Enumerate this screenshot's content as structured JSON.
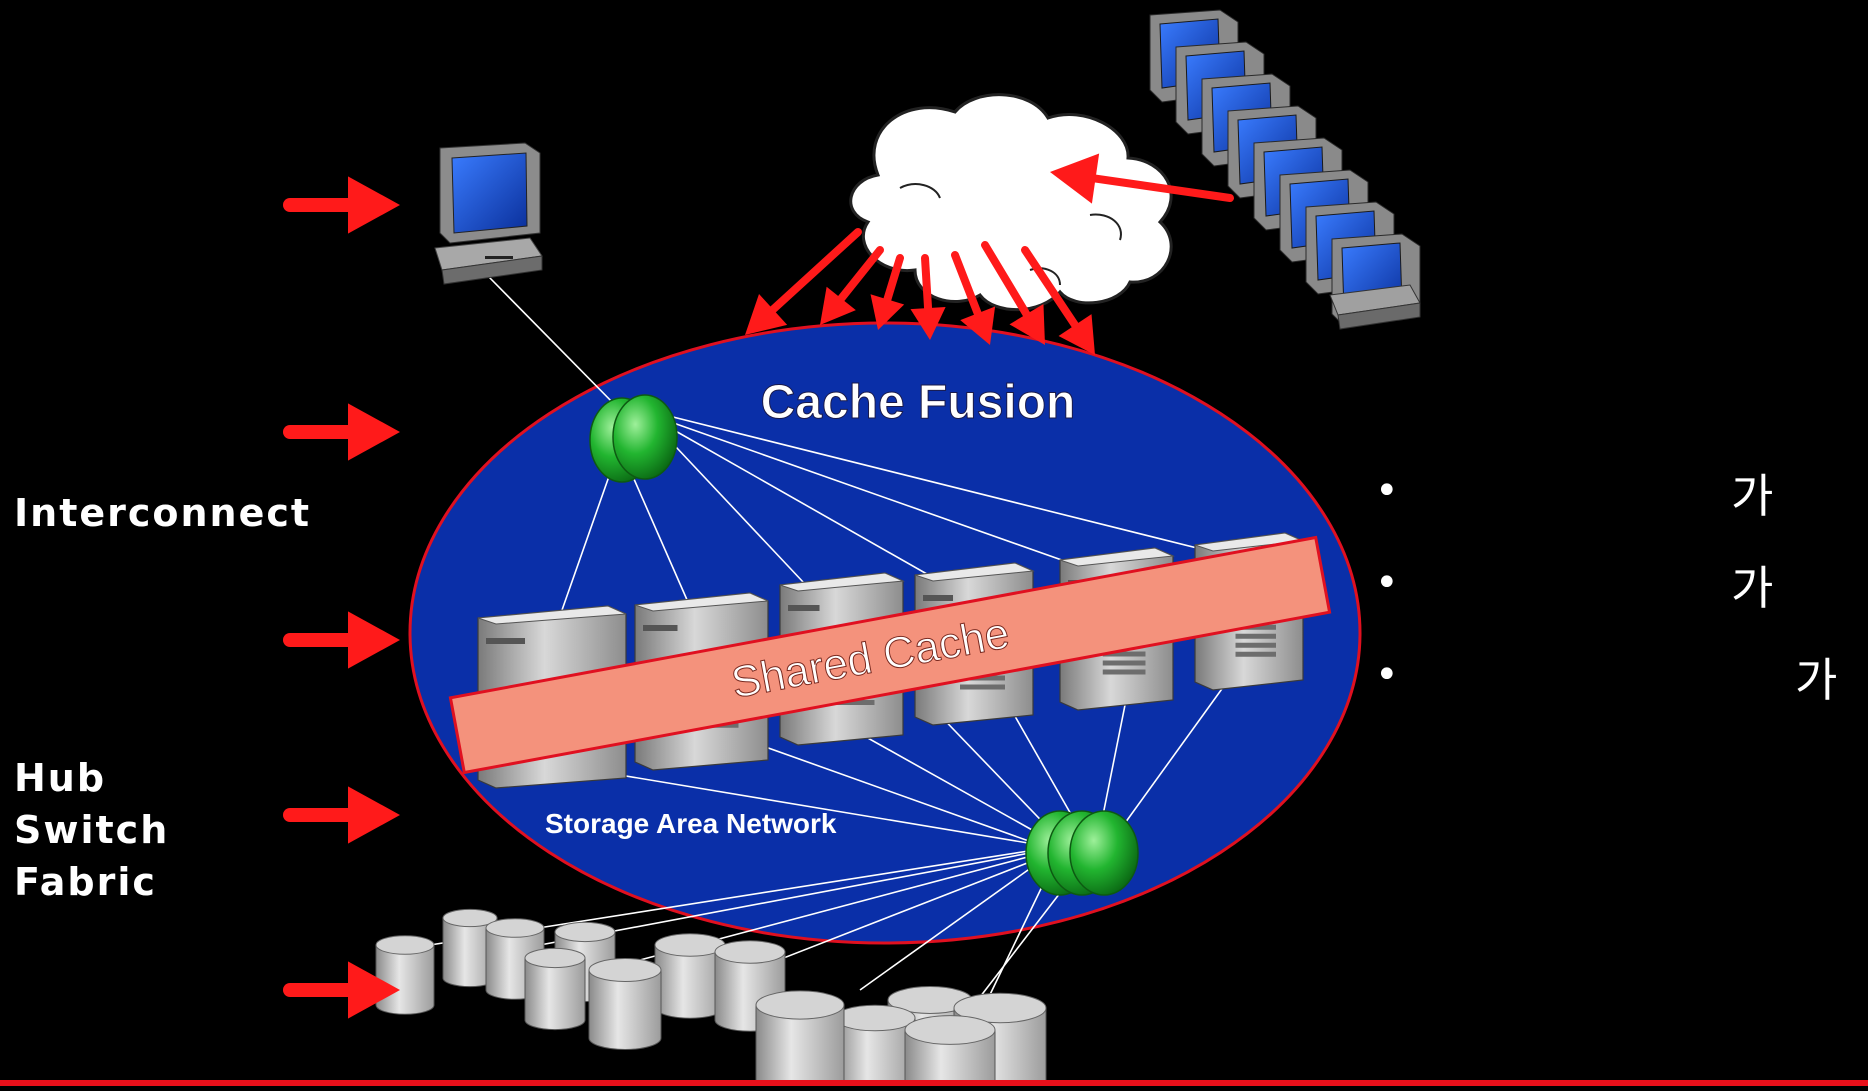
{
  "diagram": {
    "title": "Cache Fusion",
    "shared_cache_label": "Shared Cache",
    "san_label": "Storage Area Network",
    "side_labels": {
      "interconnect": "Interconnect",
      "fabric": [
        "Hub",
        "Switch",
        "Fabric"
      ]
    },
    "bullets": [
      {
        "text": "가"
      },
      {
        "text": "가"
      },
      {
        "text": "가"
      }
    ],
    "colors": {
      "arrow": "#ff1a1a",
      "ellipse_fill": "#0a2fa8",
      "ellipse_stroke": "#e01020",
      "band_fill": "#f4927c",
      "band_stroke": "#e01020",
      "switch_green": "#1faa2e"
    }
  }
}
